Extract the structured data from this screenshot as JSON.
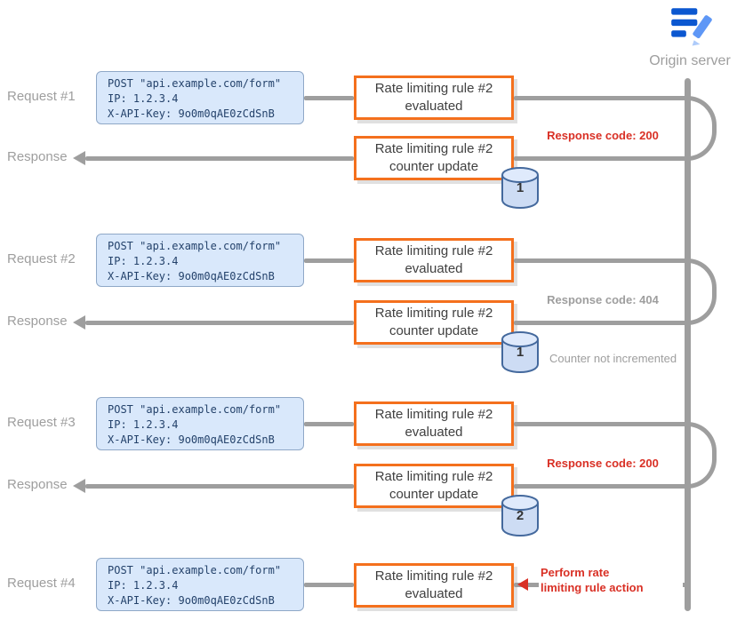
{
  "entity": {
    "label": "Origin server"
  },
  "request_box": {
    "line1": "POST \"api.example.com/form\"",
    "line2": "IP: 1.2.3.4",
    "line3": "X-API-Key: 9o0m0qAE0zCdSnB"
  },
  "rule_boxes": {
    "title": "Rate limiting rule #2",
    "evaluated": "evaluated",
    "counter_update": "counter update"
  },
  "labels": {
    "request1": "Request #1",
    "request2": "Request #2",
    "request3": "Request #3",
    "request4": "Request #4",
    "response": "Response"
  },
  "annotations": {
    "response1": "Response code: 200",
    "response2": "Response code: 404",
    "counter_note": "Counter not incremented",
    "response3": "Response code: 200",
    "action_line1": "Perform rate",
    "action_line2": "limiting rule action"
  },
  "counters": {
    "after_request1": "1",
    "after_request2": "1",
    "after_request3": "2"
  },
  "colors": {
    "accent_orange": "#f4701d",
    "request_fill": "#d9e8fb",
    "alert_red": "#d93025",
    "line_gray": "#9e9e9e",
    "icon_blue": "#0b57d0"
  }
}
